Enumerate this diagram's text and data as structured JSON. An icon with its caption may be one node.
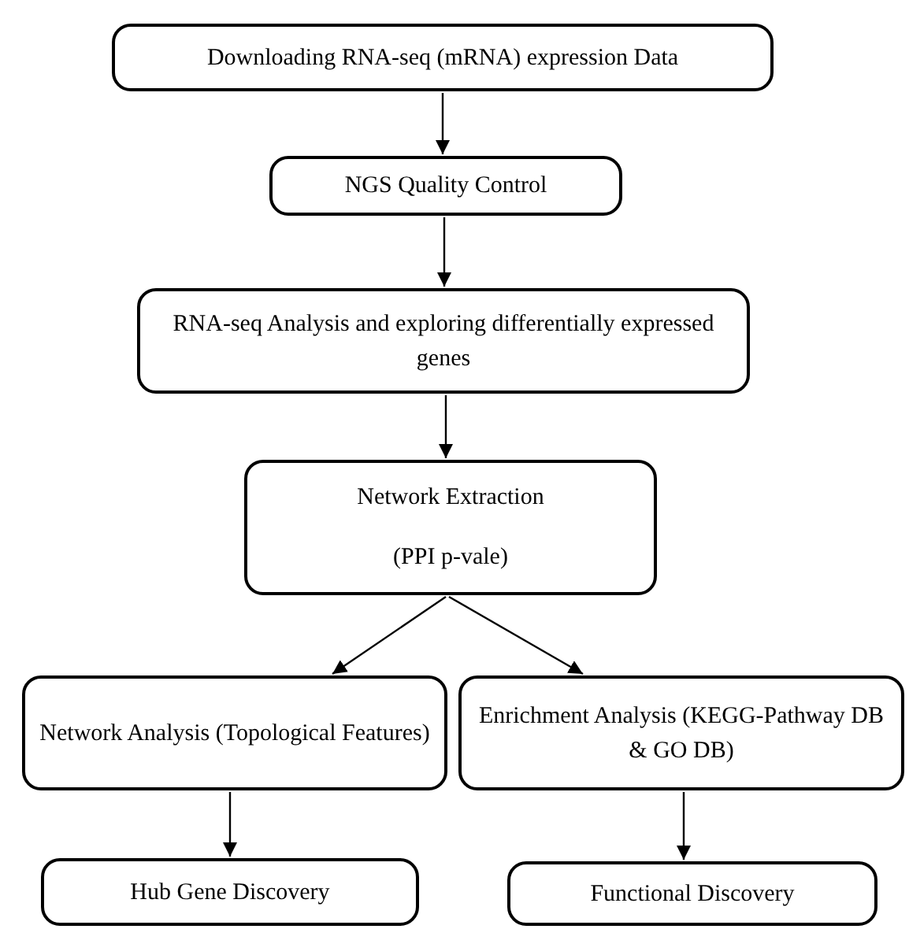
{
  "diagram": {
    "nodes": [
      {
        "text": [
          "Downloading RNA-seq (mRNA) expression Data"
        ]
      },
      {
        "text": [
          "NGS Quality Control"
        ]
      },
      {
        "text": [
          "RNA-seq Analysis and exploring differentially expressed genes"
        ]
      },
      {
        "text": [
          "Network Extraction",
          "(PPI p-vale)"
        ]
      },
      {
        "text": [
          "Network Analysis (Topological Features)"
        ]
      },
      {
        "text": [
          "Enrichment Analysis (KEGG-Pathway DB & GO DB)"
        ]
      },
      {
        "text": [
          "Hub Gene Discovery"
        ]
      },
      {
        "text": [
          "Functional Discovery"
        ]
      }
    ],
    "edges": [
      {
        "from": 0,
        "to": 1,
        "arrow": "to"
      },
      {
        "from": 1,
        "to": 2,
        "arrow": "to"
      },
      {
        "from": 2,
        "to": 3,
        "arrow": "to"
      },
      {
        "from": 3,
        "to": 4,
        "arrow": "to"
      },
      {
        "from": 3,
        "to": 5,
        "arrow": "to"
      },
      {
        "from": 4,
        "to": 6,
        "arrow": "to"
      },
      {
        "from": 5,
        "to": 7,
        "arrow": "to"
      }
    ]
  }
}
